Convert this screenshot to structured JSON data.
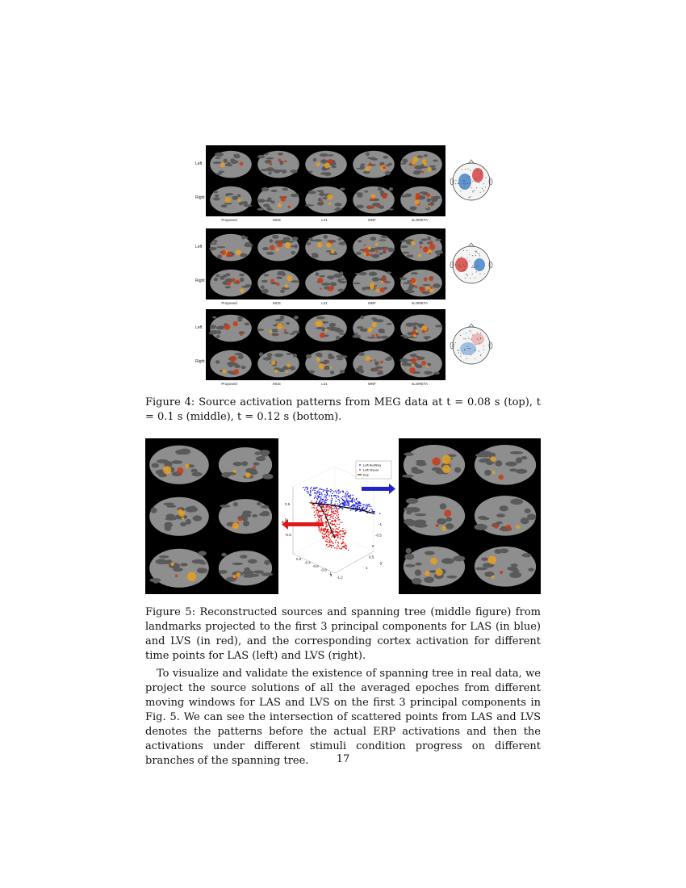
{
  "figure4": {
    "row_labels": [
      "Left",
      "Right"
    ],
    "methods": [
      "Proposed",
      "MCE",
      "L21",
      "MNF",
      "sLORETA"
    ],
    "caption": "Figure 4: Source activation patterns from MEG data at t = 0.08 s (top), t = 0.1 s (middle), t = 0.12 s (bottom)."
  },
  "figure5": {
    "legend": [
      "Left Auditory",
      "Left Visual",
      "tree"
    ],
    "axis_labels": {
      "x": "x",
      "y": "y",
      "z": "z"
    },
    "x_ticks": [
      "0.2",
      "-0.4",
      "-0.6",
      "-0.8",
      "-1",
      "-1.2"
    ],
    "y_ticks": [
      "-1",
      "-0.5",
      "0",
      "0.5",
      "1"
    ],
    "z_ticks": [
      "0.5",
      "0",
      "-0.5"
    ],
    "caption": "Figure 5: Reconstructed sources and spanning tree (middle figure) from landmarks projected to the first 3 principal components for LAS (in blue) and LVS (in red), and the corresponding cortex activation for different time points for LAS (left) and LVS (right)."
  },
  "body_paragraph": "To visualize and validate the existence of spanning tree in real data, we project the source solutions of all the averaged epoches from different moving windows for LAS and LVS on the first 3 principal components in Fig. 5. We can see the intersection of scattered points from LAS and LVS denotes the patterns before the actual ERP activations and then the activations under different stimuli condition progress on different branches of the spanning tree.",
  "page_number": "17",
  "colors": {
    "blue": "#1a1adc",
    "red": "#e01010",
    "brain": "#8c8c8c"
  }
}
